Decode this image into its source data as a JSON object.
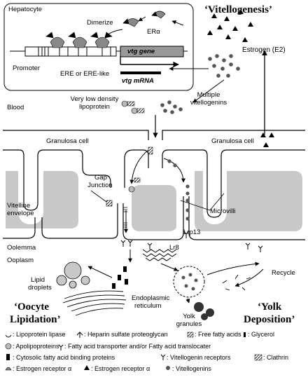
{
  "hepatocyte_box": {
    "title": "Hepatocyte",
    "dimerize": "Dimerize",
    "er_alpha": "ERα",
    "vtg_gene": "vtg gene",
    "promoter": "Promoter",
    "ere": "ERE or ERE-like",
    "vtg_mrna": "vtg mRNA"
  },
  "labels": {
    "vitellogenesis": "‘Vitellogenesis’",
    "estrogen": "Estrogen (E2)",
    "blood": "Blood",
    "vldl_line1": "Very low density",
    "vldl_line2": "lipoprotein",
    "multiple_line1": "Multiple",
    "multiple_line2": "vitellogenins",
    "granulosa_left": "Granulosa cell",
    "granulosa_right": "Granulosa cell",
    "gap_line1": "Gap",
    "gap_line2": "Junction",
    "vitelline_line1": "Vitelline",
    "vitelline_line2": "envelope",
    "microvilli": "Microvilli",
    "oolemma": "Oolemma",
    "lrp13": "Lrp13",
    "lr8": "Lr8",
    "ooplasm": "Ooplasm",
    "lipid_line1": "Lipid",
    "lipid_line2": "droplets",
    "er_line1": "Endoplasmic",
    "er_line2": "reticulum",
    "recycle": "Recycle",
    "yolk_line1": "Yolk",
    "yolk_line2": "granules",
    "oocyte_line1": "‘Oocyte",
    "oocyte_line2": "Lipidation’",
    "yolk_dep_line1": "‘Yolk",
    "yolk_dep_line2": "Deposition’"
  },
  "legend": {
    "lipoprotein_lipase": ": Lipoprotein lipase",
    "heparin": ": Heparin sulfate proteoglycan",
    "ffa": ": Free fatty acids",
    "glycerol": ": Glycerol",
    "apolipoproteins": ": Apolipoproteins",
    "fatp": ": Fatty acid transporter and/or Fatty acid translocater",
    "cfabp": ": Cytosolic fatty acid binding proteins",
    "vtg_receptors": ": Vitellogenin receptors",
    "clathrin": ": Clathrin",
    "er_alpha_1": ": Estrogen receptor α",
    "er_alpha_2": ": Estrogen receptor α",
    "vitellogenins": ": Vitellogenins"
  }
}
